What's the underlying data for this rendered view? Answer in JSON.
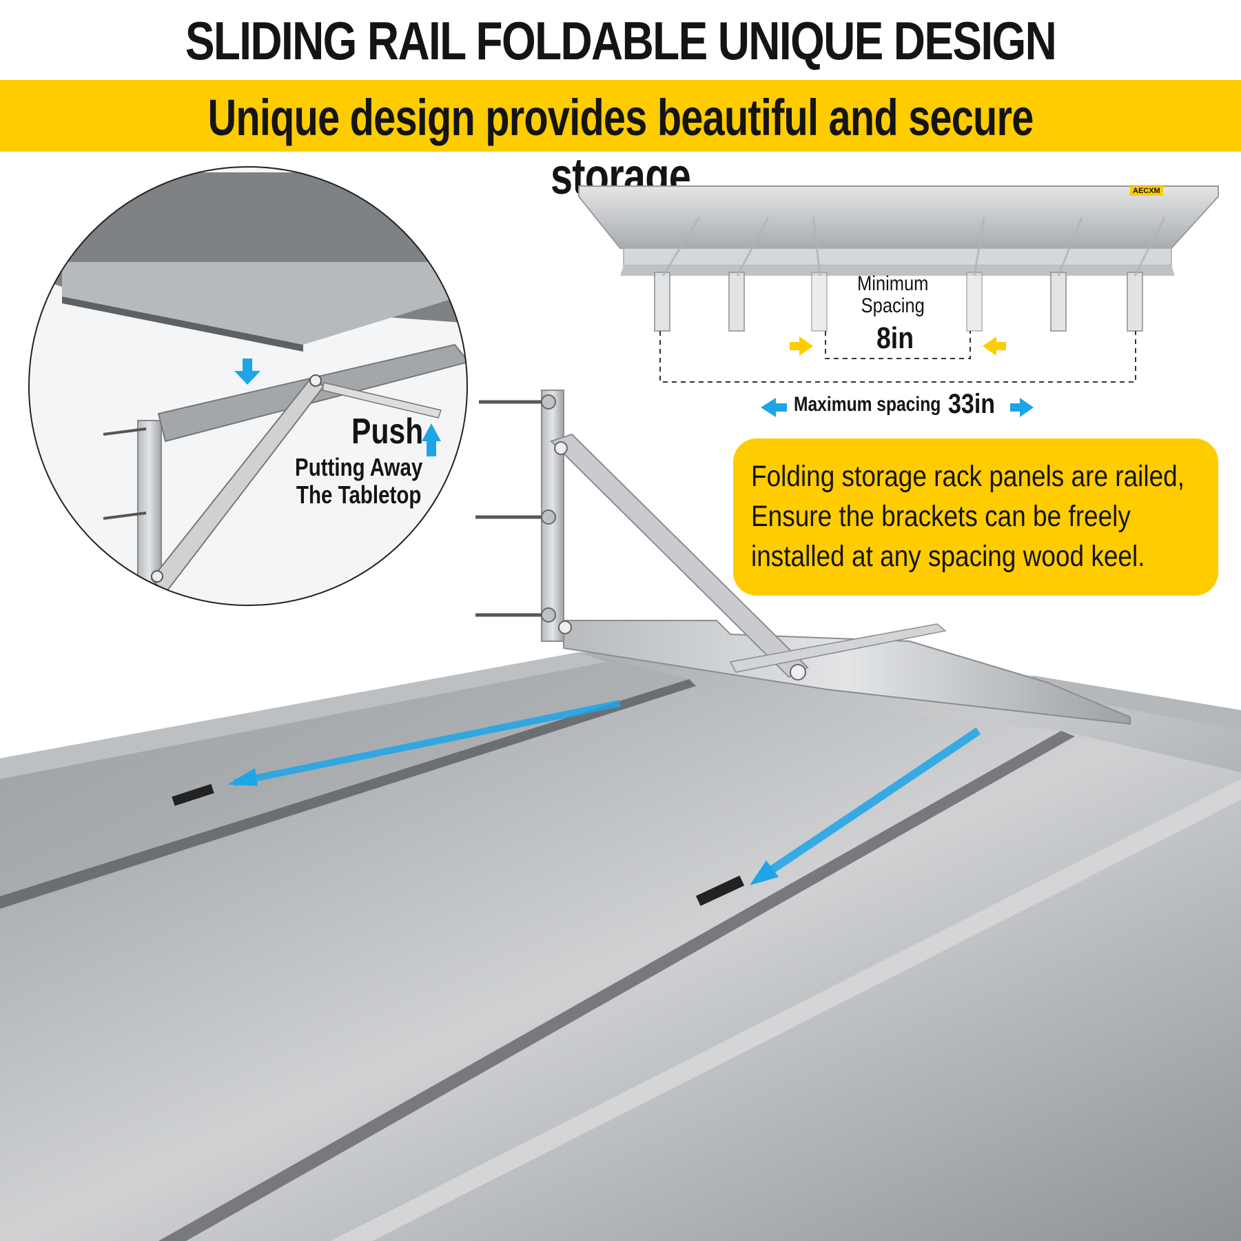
{
  "header": {
    "title": "SLIDING RAIL FOLDABLE UNIQUE DESIGN",
    "subtitle": "Unique design provides beautiful and secure storage"
  },
  "detail_inset": {
    "push_label": "Push",
    "caption_line1": "Putting Away",
    "caption_line2": "The Tabletop"
  },
  "spacing_diagram": {
    "brand": "AECXM",
    "min_label_line1": "Minimum",
    "min_label_line2": "Spacing",
    "min_value": "8in",
    "max_label": "Maximum spacing",
    "max_value": "33in"
  },
  "callout": {
    "line1": "Folding storage rack panels are railed,",
    "line2": "Ensure the brackets can be freely",
    "line3": "installed at any spacing wood keel."
  },
  "colors": {
    "accent_yellow": "#FFCC00",
    "arrow_blue": "#1EA5E8",
    "steel": "#9EA1A4",
    "text": "#141414"
  }
}
